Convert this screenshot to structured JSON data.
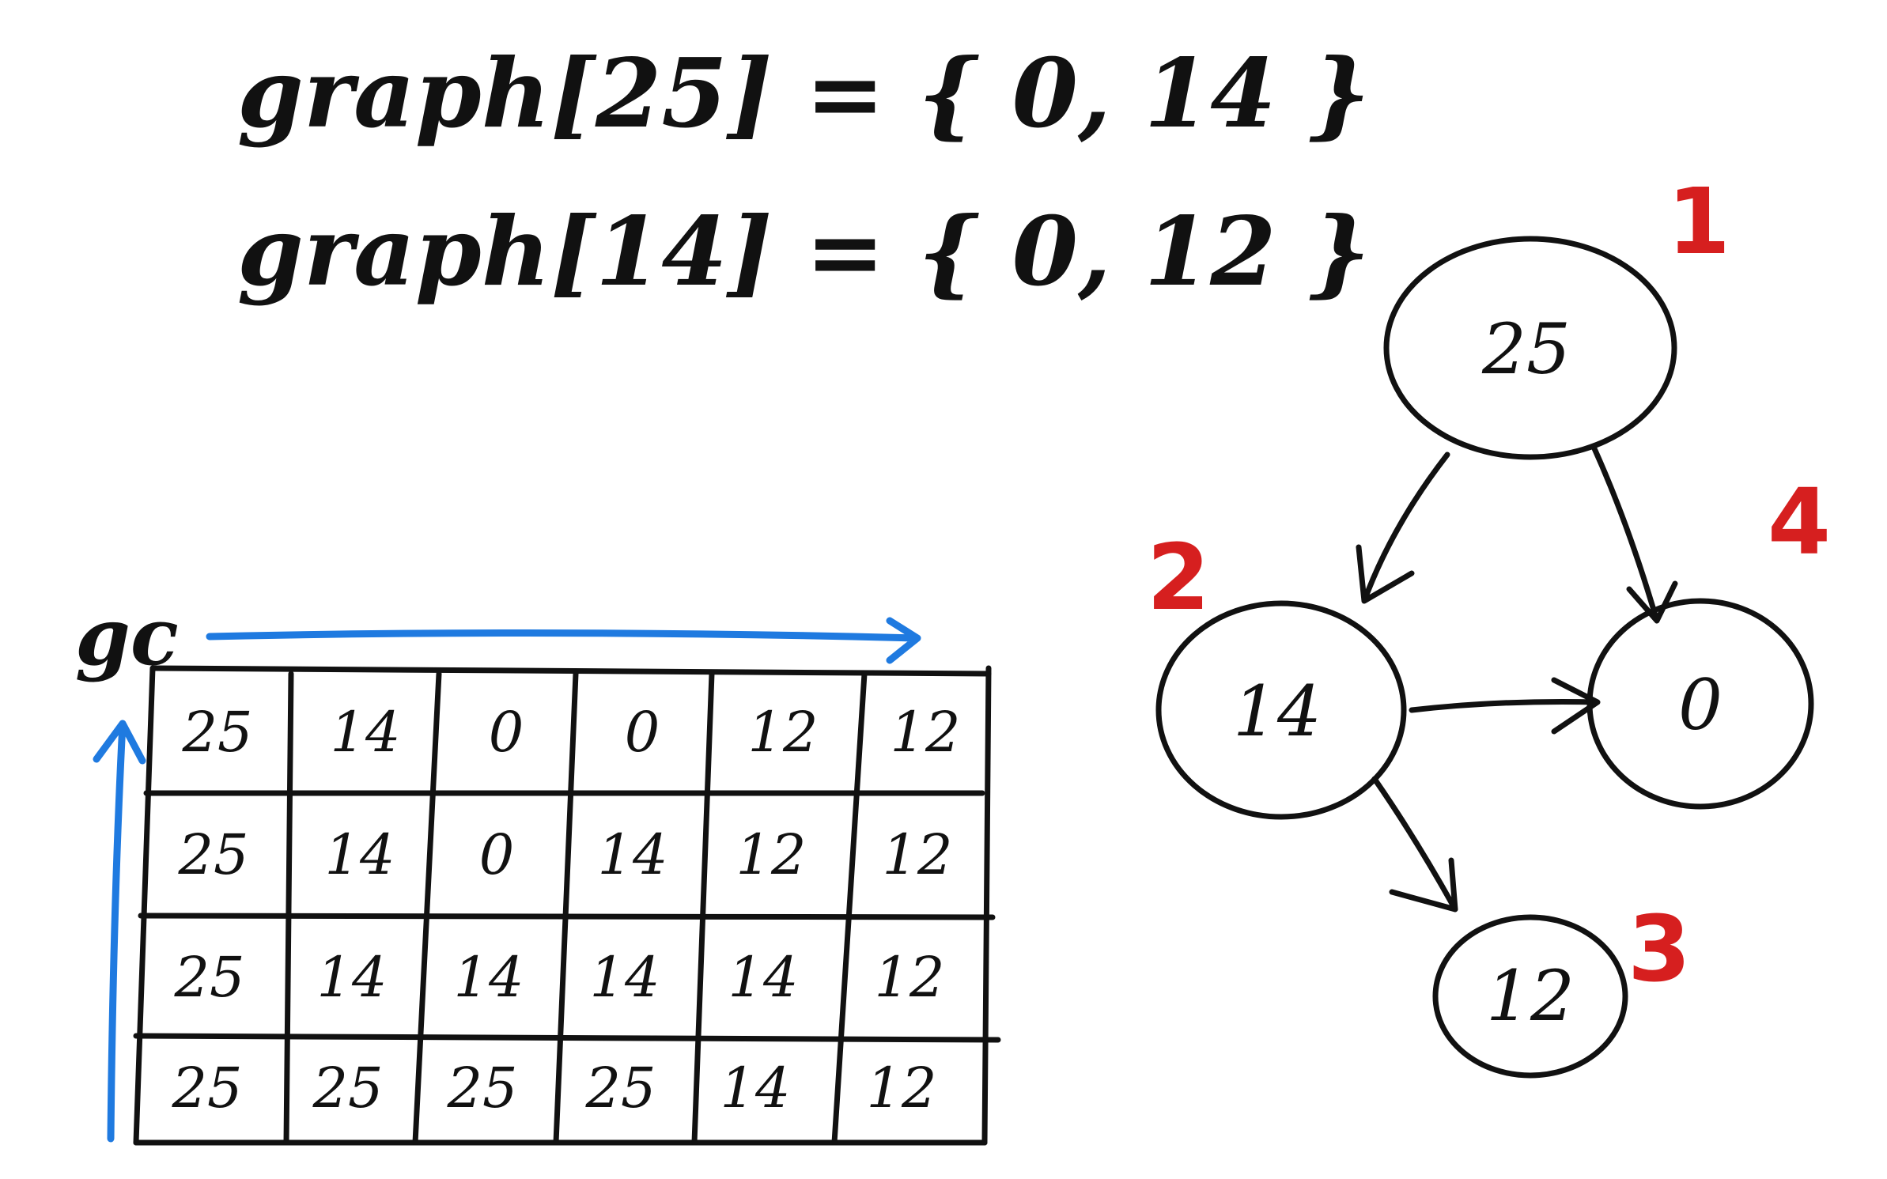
{
  "equations": [
    "graph[25] = { 0, 14 }",
    "graph[14] = { 0, 12 }"
  ],
  "grid": {
    "label": "gc",
    "axis_color": "#1f7ae0",
    "rows": [
      [
        "25",
        "14",
        "0",
        "0",
        "12",
        "12"
      ],
      [
        "25",
        "14",
        "0",
        "14",
        "12",
        "12"
      ],
      [
        "25",
        "14",
        "14",
        "14",
        "14",
        "12"
      ],
      [
        "25",
        "25",
        "25",
        "25",
        "14",
        "12"
      ]
    ]
  },
  "graph": {
    "nodes": [
      {
        "id": "n25",
        "label": "25",
        "order": "1"
      },
      {
        "id": "n14",
        "label": "14",
        "order": "2"
      },
      {
        "id": "n12",
        "label": "12",
        "order": "3"
      },
      {
        "id": "n0",
        "label": "0",
        "order": "4"
      }
    ],
    "edges": [
      {
        "from": "n25",
        "to": "n14"
      },
      {
        "from": "n25",
        "to": "n0"
      },
      {
        "from": "n14",
        "to": "n0"
      },
      {
        "from": "n14",
        "to": "n12"
      }
    ],
    "order_color": "#d61f1f"
  }
}
